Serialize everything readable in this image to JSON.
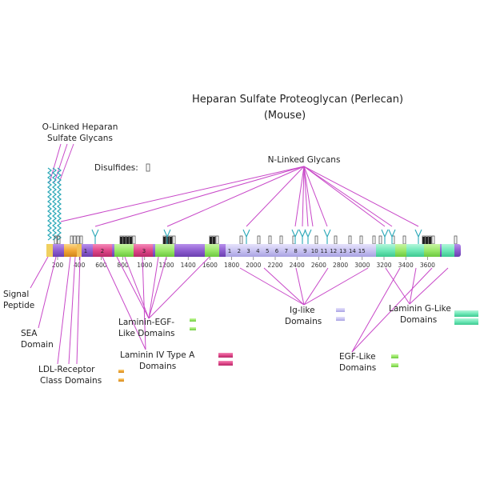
{
  "title_line1": "Heparan Sulfate Proteoglycan (Perlecan)",
  "title_line2": "(Mouse)",
  "labels": {
    "o_linked": [
      "O-Linked Heparan",
      "Sulfate Glycans"
    ],
    "disulfides": "Disulfides:",
    "n_linked": "N-Linked Glycans",
    "signal": [
      "Signal",
      "Peptide"
    ],
    "sea": [
      "SEA",
      "Domain"
    ],
    "ldl": [
      "LDL-Receptor",
      "Class Domains"
    ],
    "lam_egf": [
      "Laminin-EGF-",
      "Like Domains"
    ],
    "lam_iv": [
      "Laminin IV Type A",
      "Domains"
    ],
    "ig": [
      "Ig-like",
      "Domains"
    ],
    "egf": [
      "EGF-Like",
      "Domains"
    ],
    "lam_g": [
      "Laminin G-Like",
      "Domains"
    ]
  },
  "axis_ticks": [
    "200",
    "400",
    "600",
    "800",
    "1000",
    "1200",
    "1400",
    "1600",
    "1800",
    "2000",
    "2200",
    "2400",
    "2600",
    "2800",
    "3000",
    "3200",
    "3400",
    "3600"
  ],
  "laminin_iv_numbers": [
    "1",
    "2",
    "3"
  ],
  "ig_numbers": [
    "1",
    "2",
    "3",
    "4",
    "5",
    "6",
    "7",
    "8",
    "9",
    "10",
    "11",
    "12",
    "13",
    "14",
    "15"
  ],
  "colors": {
    "backbone": "#8f5fd0",
    "sea": "#f2a838",
    "ldl": "#f2c25a",
    "lam_egf": "#9be86a",
    "lam_iv": "#e0488a",
    "ig": "#c9c4f2",
    "egf": "#a8e25a",
    "lam_g": "#6fe8b8",
    "glycan_teal": "#2aa8b8",
    "line": "#c848c8"
  }
}
